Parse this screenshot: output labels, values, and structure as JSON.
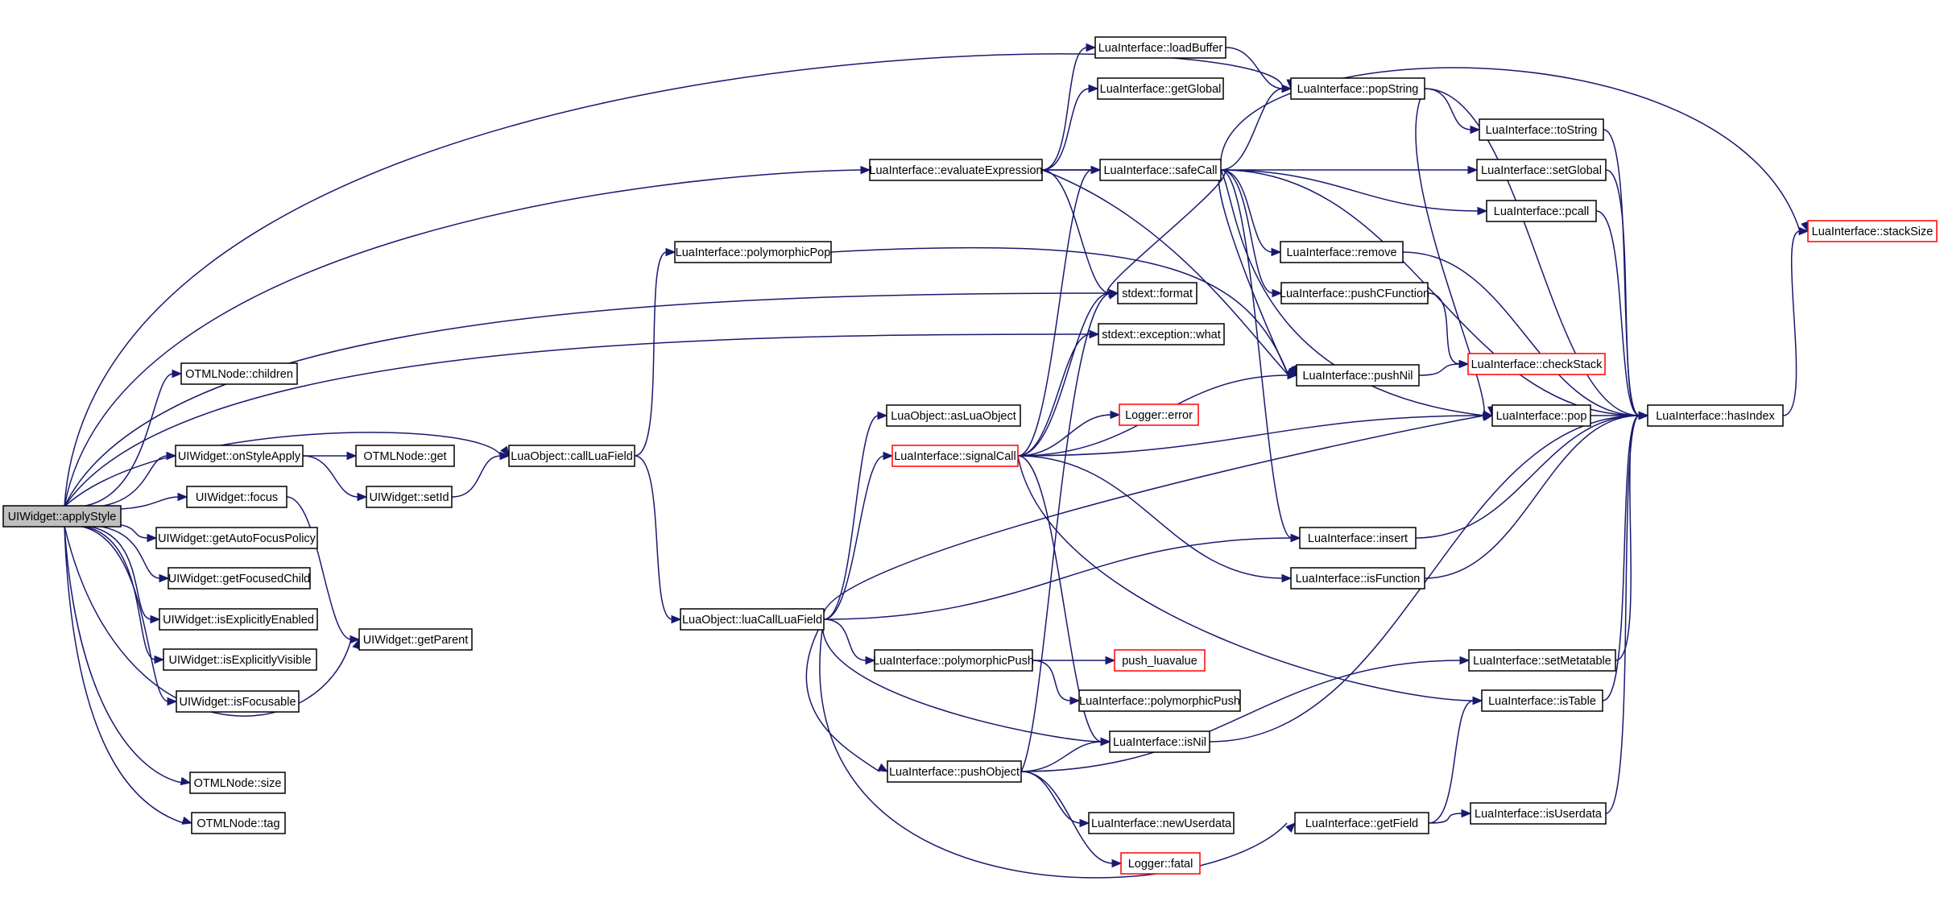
{
  "colors": {
    "edge": "#191970",
    "node_border": "#000000",
    "node_border_incomplete": "#ff0000",
    "root_fill": "#bfbfbf",
    "background": "#ffffff"
  },
  "nodes": [
    {
      "id": "applyStyle",
      "label": "UIWidget::applyStyle",
      "style": "root"
    },
    {
      "id": "callLuaField",
      "label": "LuaObject::callLuaField",
      "style": "normal"
    },
    {
      "id": "evaluateExpression",
      "label": "LuaInterface::evaluateExpression",
      "style": "normal"
    },
    {
      "id": "format",
      "label": "stdext::format",
      "style": "normal"
    },
    {
      "id": "exceptionWhat",
      "label": "stdext::exception::what",
      "style": "normal"
    },
    {
      "id": "children",
      "label": "OTMLNode::children",
      "style": "normal"
    },
    {
      "id": "onStyleApply",
      "label": "UIWidget::onStyleApply",
      "style": "normal"
    },
    {
      "id": "otmlGet",
      "label": "OTMLNode::get",
      "style": "normal"
    },
    {
      "id": "setId",
      "label": "UIWidget::setId",
      "style": "normal"
    },
    {
      "id": "focus",
      "label": "UIWidget::focus",
      "style": "normal"
    },
    {
      "id": "getParent",
      "label": "UIWidget::getParent",
      "style": "normal"
    },
    {
      "id": "getAutoFocusPolicy",
      "label": "UIWidget::getAutoFocusPolicy",
      "style": "normal"
    },
    {
      "id": "getFocusedChild",
      "label": "UIWidget::getFocusedChild",
      "style": "normal"
    },
    {
      "id": "isExplicitlyEnabled",
      "label": "UIWidget::isExplicitlyEnabled",
      "style": "normal"
    },
    {
      "id": "isExplicitlyVisible",
      "label": "UIWidget::isExplicitlyVisible",
      "style": "normal"
    },
    {
      "id": "isFocusable",
      "label": "UIWidget::isFocusable",
      "style": "normal"
    },
    {
      "id": "otmlSize",
      "label": "OTMLNode::size",
      "style": "normal"
    },
    {
      "id": "otmlTag",
      "label": "OTMLNode::tag",
      "style": "normal"
    },
    {
      "id": "popString",
      "label": "LuaInterface::popString",
      "style": "normal"
    },
    {
      "id": "polymorphicPop",
      "label": "LuaInterface::polymorphicPop",
      "style": "normal"
    },
    {
      "id": "luaCallLuaField",
      "label": "LuaObject::luaCallLuaField",
      "style": "normal"
    },
    {
      "id": "loadBuffer",
      "label": "LuaInterface::loadBuffer",
      "style": "normal"
    },
    {
      "id": "getGlobal",
      "label": "LuaInterface::getGlobal",
      "style": "normal"
    },
    {
      "id": "safeCall",
      "label": "LuaInterface::safeCall",
      "style": "normal"
    },
    {
      "id": "setGlobal",
      "label": "LuaInterface::setGlobal",
      "style": "normal"
    },
    {
      "id": "pushNil",
      "label": "LuaInterface::pushNil",
      "style": "normal"
    },
    {
      "id": "toString",
      "label": "LuaInterface::toString",
      "style": "normal"
    },
    {
      "id": "hasIndex",
      "label": "LuaInterface::hasIndex",
      "style": "normal"
    },
    {
      "id": "pcall",
      "label": "LuaInterface::pcall",
      "style": "normal"
    },
    {
      "id": "remove",
      "label": "LuaInterface::remove",
      "style": "normal"
    },
    {
      "id": "pushCFunction",
      "label": "LuaInterface::pushCFunction",
      "style": "normal"
    },
    {
      "id": "pop",
      "label": "LuaInterface::pop",
      "style": "normal"
    },
    {
      "id": "insert",
      "label": "LuaInterface::insert",
      "style": "normal"
    },
    {
      "id": "stackSize",
      "label": "LuaInterface::stackSize",
      "style": "red"
    },
    {
      "id": "checkStack",
      "label": "LuaInterface::checkStack",
      "style": "red"
    },
    {
      "id": "asLuaObject",
      "label": "LuaObject::asLuaObject",
      "style": "normal"
    },
    {
      "id": "signalCall",
      "label": "LuaInterface::signalCall",
      "style": "red"
    },
    {
      "id": "polymorphicPush1",
      "label": "LuaInterface::polymorphicPush",
      "style": "normal"
    },
    {
      "id": "pushObject",
      "label": "LuaInterface::pushObject",
      "style": "normal"
    },
    {
      "id": "getField",
      "label": "LuaInterface::getField",
      "style": "normal"
    },
    {
      "id": "loggerError",
      "label": "Logger::error",
      "style": "red"
    },
    {
      "id": "isFunction",
      "label": "LuaInterface::isFunction",
      "style": "normal"
    },
    {
      "id": "isTable",
      "label": "LuaInterface::isTable",
      "style": "normal"
    },
    {
      "id": "isNil",
      "label": "LuaInterface::isNil",
      "style": "normal"
    },
    {
      "id": "pushLuavalue",
      "label": "push_luavalue",
      "style": "red"
    },
    {
      "id": "polymorphicPush2",
      "label": "LuaInterface::polymorphicPush",
      "style": "normal"
    },
    {
      "id": "newUserdata",
      "label": "LuaInterface::newUserdata",
      "style": "normal"
    },
    {
      "id": "loggerFatal",
      "label": "Logger::fatal",
      "style": "red"
    },
    {
      "id": "setMetatable",
      "label": "LuaInterface::setMetatable",
      "style": "normal"
    },
    {
      "id": "isUserdata",
      "label": "LuaInterface::isUserdata",
      "style": "normal"
    }
  ],
  "edges": [
    [
      "applyStyle",
      "popString"
    ],
    [
      "applyStyle",
      "evaluateExpression"
    ],
    [
      "applyStyle",
      "format"
    ],
    [
      "applyStyle",
      "exceptionWhat"
    ],
    [
      "applyStyle",
      "children"
    ],
    [
      "applyStyle",
      "callLuaField"
    ],
    [
      "applyStyle",
      "onStyleApply"
    ],
    [
      "applyStyle",
      "focus"
    ],
    [
      "applyStyle",
      "getAutoFocusPolicy"
    ],
    [
      "applyStyle",
      "getFocusedChild"
    ],
    [
      "applyStyle",
      "isExplicitlyEnabled"
    ],
    [
      "applyStyle",
      "isExplicitlyVisible"
    ],
    [
      "applyStyle",
      "isFocusable"
    ],
    [
      "applyStyle",
      "getParent"
    ],
    [
      "applyStyle",
      "otmlSize"
    ],
    [
      "applyStyle",
      "otmlTag"
    ],
    [
      "onStyleApply",
      "otmlGet"
    ],
    [
      "onStyleApply",
      "setId"
    ],
    [
      "setId",
      "callLuaField"
    ],
    [
      "focus",
      "getParent"
    ],
    [
      "callLuaField",
      "polymorphicPop"
    ],
    [
      "callLuaField",
      "luaCallLuaField"
    ],
    [
      "polymorphicPop",
      "pushNil"
    ],
    [
      "evaluateExpression",
      "loadBuffer"
    ],
    [
      "evaluateExpression",
      "getGlobal"
    ],
    [
      "evaluateExpression",
      "safeCall"
    ],
    [
      "evaluateExpression",
      "setGlobal"
    ],
    [
      "evaluateExpression",
      "format"
    ],
    [
      "evaluateExpression",
      "pushNil"
    ],
    [
      "loadBuffer",
      "popString"
    ],
    [
      "popString",
      "toString"
    ],
    [
      "popString",
      "hasIndex"
    ],
    [
      "popString",
      "pop"
    ],
    [
      "safeCall",
      "popString"
    ],
    [
      "safeCall",
      "stackSize"
    ],
    [
      "safeCall",
      "pcall"
    ],
    [
      "safeCall",
      "remove"
    ],
    [
      "safeCall",
      "pushCFunction"
    ],
    [
      "safeCall",
      "pushNil"
    ],
    [
      "safeCall",
      "pop"
    ],
    [
      "safeCall",
      "insert"
    ],
    [
      "safeCall",
      "hasIndex"
    ],
    [
      "safeCall",
      "format"
    ],
    [
      "toString",
      "hasIndex"
    ],
    [
      "setGlobal",
      "hasIndex"
    ],
    [
      "pcall",
      "hasIndex"
    ],
    [
      "remove",
      "hasIndex"
    ],
    [
      "pushCFunction",
      "checkStack"
    ],
    [
      "pushNil",
      "checkStack"
    ],
    [
      "pop",
      "hasIndex"
    ],
    [
      "hasIndex",
      "stackSize"
    ],
    [
      "insert",
      "hasIndex"
    ],
    [
      "isFunction",
      "hasIndex"
    ],
    [
      "setMetatable",
      "hasIndex"
    ],
    [
      "isTable",
      "hasIndex"
    ],
    [
      "isUserdata",
      "hasIndex"
    ],
    [
      "isNil",
      "hasIndex"
    ],
    [
      "luaCallLuaField",
      "asLuaObject"
    ],
    [
      "luaCallLuaField",
      "signalCall"
    ],
    [
      "luaCallLuaField",
      "pop"
    ],
    [
      "luaCallLuaField",
      "insert"
    ],
    [
      "luaCallLuaField",
      "polymorphicPush1"
    ],
    [
      "luaCallLuaField",
      "pushObject"
    ],
    [
      "luaCallLuaField",
      "isNil"
    ],
    [
      "luaCallLuaField",
      "getField"
    ],
    [
      "signalCall",
      "safeCall"
    ],
    [
      "signalCall",
      "format"
    ],
    [
      "signalCall",
      "exceptionWhat"
    ],
    [
      "signalCall",
      "pushNil"
    ],
    [
      "signalCall",
      "loggerError"
    ],
    [
      "signalCall",
      "pop"
    ],
    [
      "signalCall",
      "isFunction"
    ],
    [
      "signalCall",
      "isTable"
    ],
    [
      "signalCall",
      "isNil"
    ],
    [
      "polymorphicPush1",
      "pushLuavalue"
    ],
    [
      "polymorphicPush1",
      "polymorphicPush2"
    ],
    [
      "pushObject",
      "format"
    ],
    [
      "pushObject",
      "isNil"
    ],
    [
      "pushObject",
      "setMetatable"
    ],
    [
      "pushObject",
      "newUserdata"
    ],
    [
      "pushObject",
      "loggerFatal"
    ],
    [
      "getField",
      "isTable"
    ],
    [
      "getField",
      "isUserdata"
    ]
  ]
}
